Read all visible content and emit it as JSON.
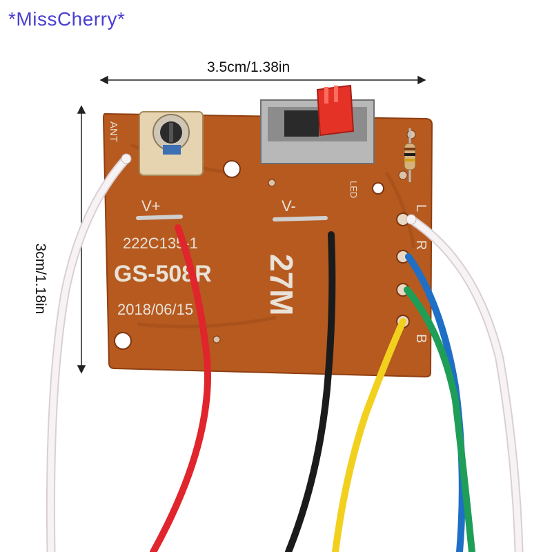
{
  "watermark": "*MissCherry*",
  "dimensions": {
    "width_label": "3.5cm/1.38in",
    "height_label": "3cm/1.18in"
  },
  "board": {
    "labels": {
      "antenna": "ANT",
      "v_plus": "V+",
      "v_minus": "V-",
      "part_number_1": "222C135-1",
      "model": "GS-508R",
      "date": "2018/06/15",
      "frequency": "27M",
      "led": "LED",
      "l": "L",
      "r": "R",
      "b": "B"
    }
  },
  "colors": {
    "pcb": "#b75a1f",
    "pcb_dark": "#8f3f12",
    "wire_red": "#e0252c",
    "wire_black": "#1b1b1b",
    "wire_yellow": "#f2d01e",
    "wire_blue": "#1f6fc7",
    "wire_green": "#1e9e57",
    "wire_white": "#f5f1f3",
    "switch_knob": "#e53227"
  }
}
